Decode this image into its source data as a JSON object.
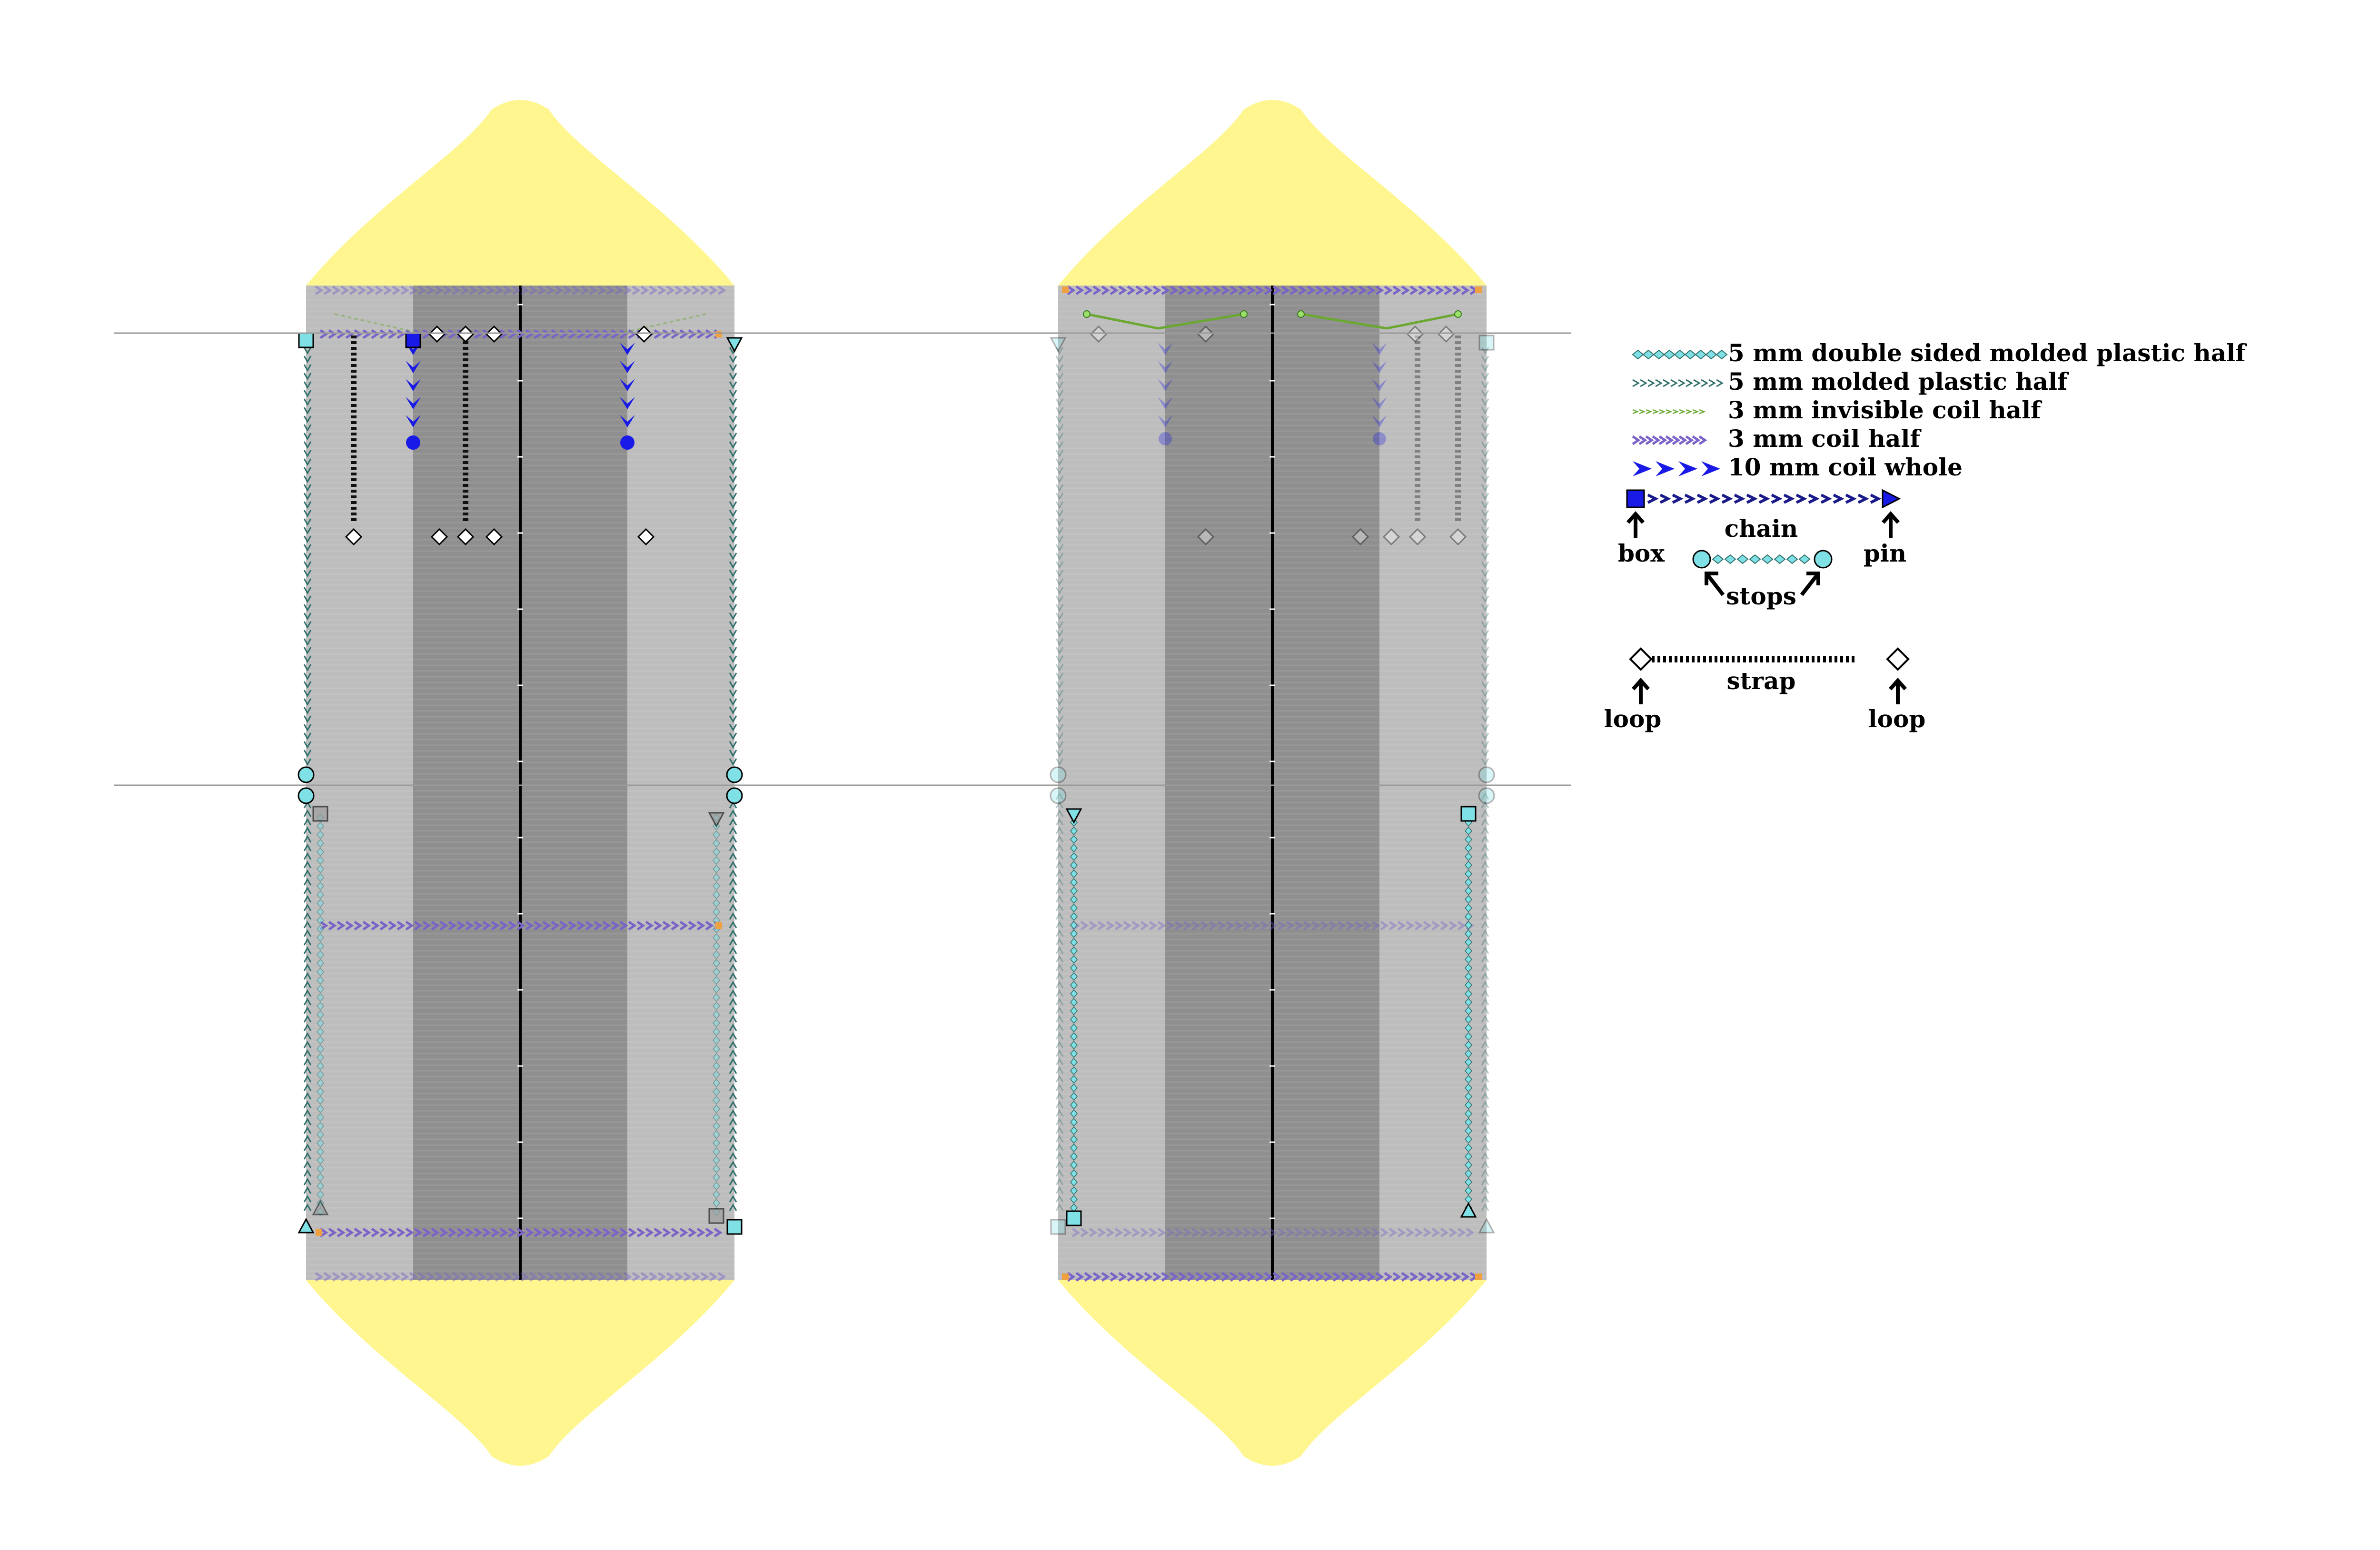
{
  "legend": {
    "items": [
      {
        "label": "5 mm double sided molded plastic half",
        "marker": "diamond-chain-icon",
        "color": "#7fe0e6"
      },
      {
        "label": "5 mm molded plastic half",
        "marker": "triangle-chain-icon",
        "color": "#2f6f6a"
      },
      {
        "label": "3 mm invisible coil half",
        "marker": "thin-coil-icon",
        "color": "#6aa832"
      },
      {
        "label": "3 mm coil half",
        "marker": "coil-icon",
        "color": "#7b63c8"
      },
      {
        "label": "10 mm coil whole",
        "marker": "big-chevron-icon",
        "color": "#1a1ae6"
      }
    ],
    "anatomy": {
      "box": "box",
      "chain": "chain",
      "pin": "pin",
      "stops": "stops",
      "strap": "strap",
      "loop_left": "loop",
      "loop_right": "loop"
    }
  },
  "colors": {
    "end_cap": "#fff68f",
    "panel_light": "#bdbdbd",
    "panel_dark": "#8f8f8f",
    "double_molded": "#7fe0e6",
    "molded": "#2f6f6a",
    "invisible_coil": "#6aa832",
    "coil3": "#7b63c8",
    "coil10": "#1a1ae6",
    "box_orange": "#f0a040",
    "strap": "#111111",
    "guide": "#9a9a9a"
  },
  "layouts": [
    {
      "id": "left",
      "side": "front"
    },
    {
      "id": "right",
      "side": "back"
    }
  ]
}
